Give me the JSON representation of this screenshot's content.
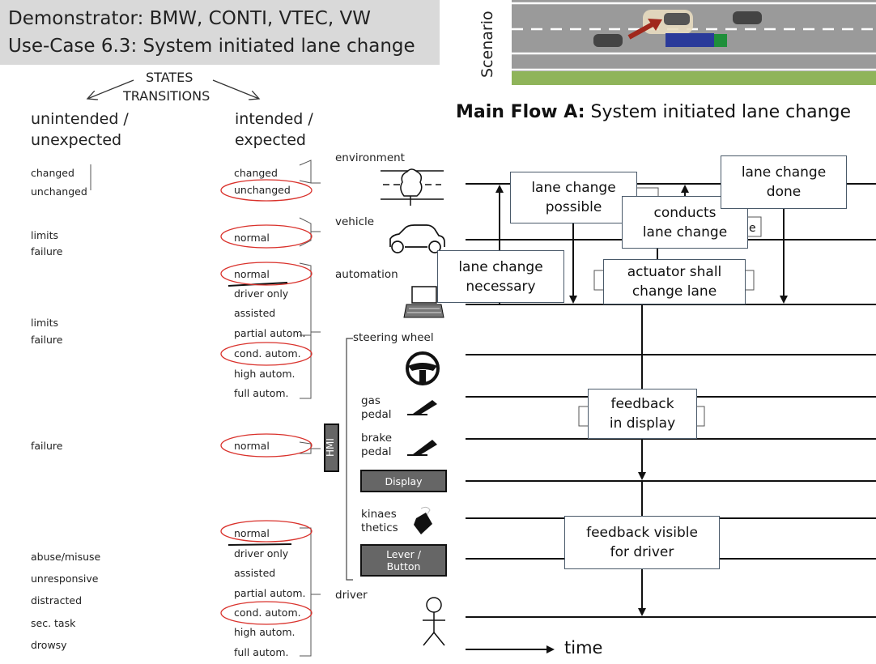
{
  "title": {
    "line1": "Demonstrator: BMW, CONTI, VTEC, VW",
    "line2": "Use-Case 6.3: System initiated lane change"
  },
  "states_label": "STATES",
  "transitions_label": "TRANSITIONS",
  "col_unintended": {
    "line1": "unintended /",
    "line2": "unexpected"
  },
  "col_intended": {
    "line1": "intended /",
    "line2": "expected"
  },
  "scenario_label": "Scenario",
  "main_flow": {
    "bold": "Main Flow A:",
    "text": " System initiated lane change"
  },
  "unintended_groups": {
    "environment": [
      "changed",
      "unchanged"
    ],
    "vehicle": [
      "limits",
      "failure"
    ],
    "automation": [
      "limits",
      "failure"
    ],
    "display": [
      "failure"
    ],
    "driver": [
      "abuse/misuse",
      "unresponsive",
      "distracted",
      "sec. task",
      "drowsy"
    ]
  },
  "intended_groups": {
    "environment": [
      "changed",
      "unchanged"
    ],
    "vehicle": [
      "normal"
    ],
    "automation": [
      "normal",
      "driver only",
      "assisted",
      "partial autom.",
      "cond. autom.",
      "high autom.",
      "full autom."
    ],
    "display": [
      "normal"
    ],
    "driver": [
      "normal",
      "driver only",
      "assisted",
      "partial autom.",
      "cond. autom.",
      "high autom.",
      "full autom."
    ]
  },
  "components": {
    "environment": "environment",
    "vehicle": "vehicle",
    "automation": "automation",
    "steering_wheel": "steering wheel",
    "gas_pedal": {
      "line1": "gas",
      "line2": "pedal"
    },
    "brake_pedal": {
      "line1": "brake",
      "line2": "pedal"
    },
    "display": "Display",
    "kinaesthetics": {
      "line1": "kinaes",
      "line2": "thetics"
    },
    "lever_button": {
      "line1": "Lever /",
      "line2": "Button"
    },
    "driver": "driver",
    "hmi": "HMI"
  },
  "flow_boxes": {
    "lane_change_possible": {
      "line1": "lane change",
      "line2": "possible"
    },
    "conducts_lane_change": {
      "line1": "conducts",
      "line2": "lane change"
    },
    "lane_change_done": {
      "line1": "lane change",
      "line2": "done"
    },
    "lane_change_necessary": {
      "line1": "lane change",
      "line2": "necessary"
    },
    "actuator_shall_change_lane": {
      "line1": "actuator shall",
      "line2": "change lane"
    },
    "feedback_in_display": {
      "line1": "feedback",
      "line2": "in display"
    },
    "feedback_visible_for_driver": {
      "line1": "feedback visible",
      "line2": "for driver"
    }
  },
  "partial_box_fragment": "e",
  "time_label": "time",
  "colors": {
    "title_bg": "#d9d9d9",
    "highlight_ellipse": "#d9312b",
    "arrow_red": "#a0281c",
    "road_gray": "#999999",
    "grass_green": "#8fb45a",
    "hmi_gray": "#666666"
  }
}
